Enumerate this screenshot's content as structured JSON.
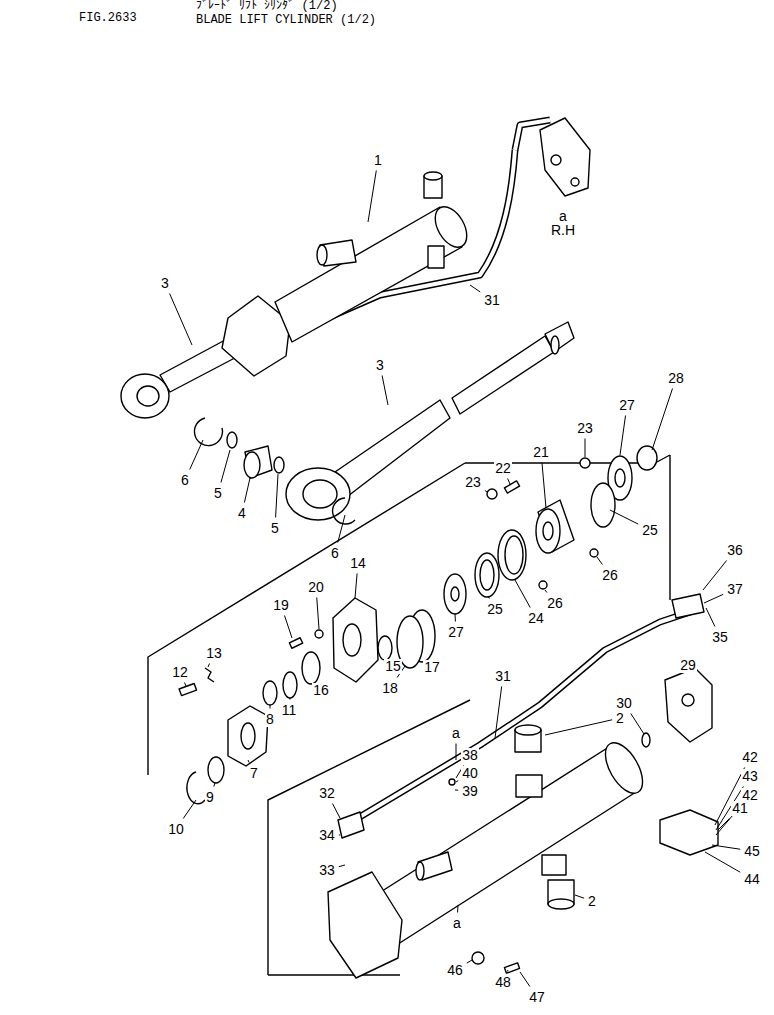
{
  "diagram": {
    "title": "BLADE LIFT CYLINDER (1/2)",
    "labels": [
      "FIG.2633",
      "ﾌﾞﾚｰﾄﾞ ﾘﾌﾄ ｼﾘﾝﾀﾞ (1/2)",
      "a",
      "R.H",
      "1",
      "3",
      "31",
      "3",
      "28",
      "27",
      "23",
      "6",
      "5",
      "4",
      "5",
      "6",
      "23",
      "22",
      "21",
      "25",
      "26",
      "26",
      "24",
      "25",
      "27",
      "14",
      "20",
      "19",
      "17",
      "18",
      "15",
      "16",
      "11",
      "8",
      "7",
      "9",
      "10",
      "12",
      "13",
      "36",
      "37",
      "35",
      "29",
      "30",
      "31",
      "2",
      "38",
      "40",
      "39",
      "32",
      "34",
      "33",
      "42",
      "43",
      "42",
      "41",
      "45",
      "44",
      "2",
      "46",
      "48",
      "47",
      "a",
      "a"
    ]
  }
}
